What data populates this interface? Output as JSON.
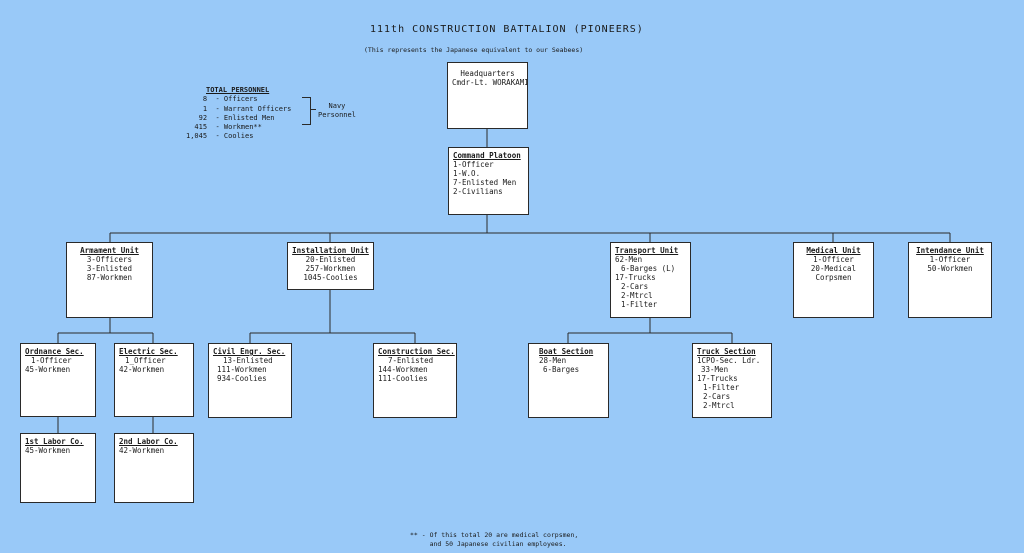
{
  "title": "111th  CONSTRUCTION  BATTALION  (PIONEERS)",
  "subtitle": "(This represents the Japanese equivalent to our Seabees)",
  "total_personnel": {
    "heading": "TOTAL PERSONNEL",
    "rows": [
      "    8  - Officers",
      "    1  - Warrant Officers",
      "   92  - Enlisted Men",
      "  415  - Workmen**",
      "1,045  - Coolies"
    ],
    "navy_label_1": "Navy",
    "navy_label_2": "Personnel"
  },
  "units": {
    "hq": {
      "title": "",
      "lines": [
        "Headquarters",
        "Cmdr-Lt. WORAKAMI"
      ]
    },
    "command": {
      "title": "Command Platoon",
      "lines": [
        "1-Officer",
        "1-W.O.",
        "7-Enlisted Men",
        "2-Civilians"
      ]
    },
    "armament": {
      "title": "Armament Unit",
      "lines": [
        "3-Officers",
        "3-Enlisted",
        "87-Workmen"
      ]
    },
    "installation": {
      "title": "Installation Unit",
      "lines": [
        "20-Enlisted",
        "257-Workmen",
        "1045-Coolies"
      ]
    },
    "transport": {
      "title": "Transport Unit",
      "lines": [
        "62-Men",
        "6-Barges (L)",
        "17-Trucks",
        "2-Cars",
        "2-Mtrcl",
        "1-Filter"
      ]
    },
    "medical": {
      "title": "Medical Unit",
      "lines": [
        "1-Officer",
        "20-Medical",
        "Corpsmen"
      ]
    },
    "intendance": {
      "title": "Intendance Unit",
      "lines": [
        "1-Officer",
        "50-Workmen"
      ]
    },
    "ordnance": {
      "title": "Ordnance Sec.",
      "lines": [
        "1-Officer",
        "45-Workmen"
      ]
    },
    "electric": {
      "title": "Electric Sec.",
      "lines": [
        "1_Officer",
        "42-Workmen"
      ]
    },
    "civil": {
      "title": "Civil Engr. Sec.",
      "lines": [
        "13-Enlisted",
        "111-Workmen",
        "934-Coolies"
      ]
    },
    "construction": {
      "title": "Construction Sec.",
      "lines": [
        "7-Enlisted",
        "144-Workmen",
        "111-Coolies"
      ]
    },
    "boat": {
      "title": "Boat Section",
      "lines": [
        "28-Men",
        "6-Barges"
      ]
    },
    "truck": {
      "title": "Truck Section",
      "lines": [
        "1CPO-Sec. Ldr.",
        "33-Men",
        "17-Trucks",
        "1-Filter",
        "2-Cars",
        "2-Mtrcl"
      ]
    },
    "labor1": {
      "title": "1st Labor Co.",
      "lines": [
        "45-Workmen"
      ]
    },
    "labor2": {
      "title": "2nd Labor Co.",
      "lines": [
        "42-Workmen"
      ]
    }
  },
  "footnote": {
    "line1": "** - Of this total 20 are medical corpsmen,",
    "line2": "     and 50 Japanese civilian employees."
  }
}
